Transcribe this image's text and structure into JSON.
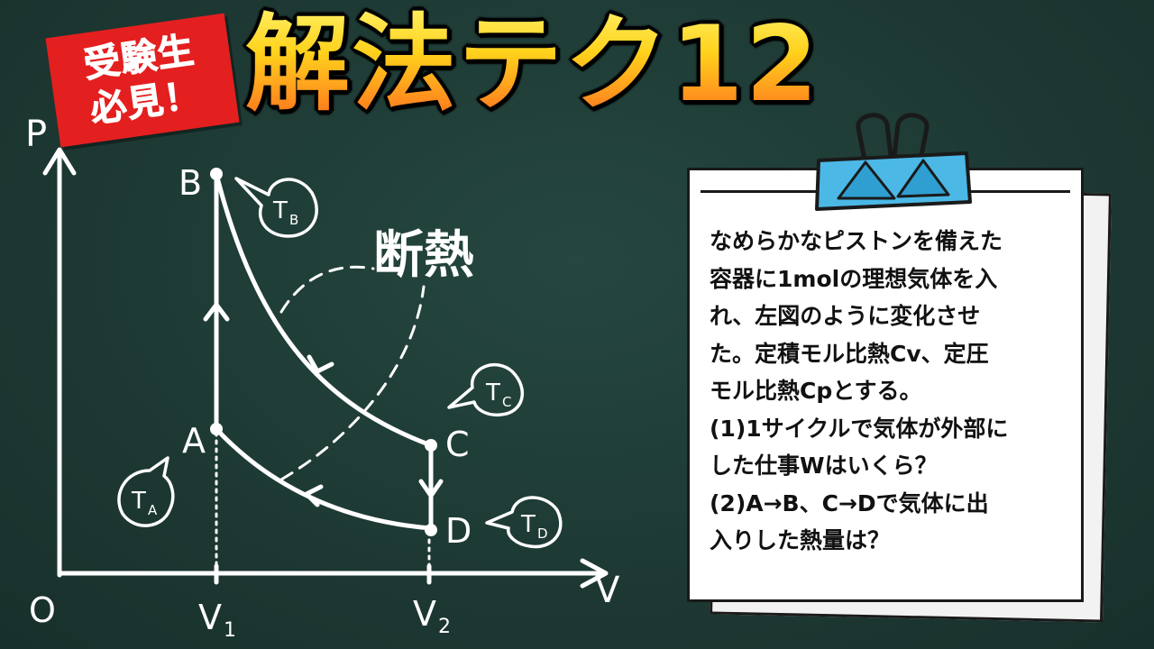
{
  "badge": {
    "line1": "受験生",
    "line2": "必見！"
  },
  "title": "解法テク12",
  "diagram": {
    "axis_p": "P",
    "axis_v": "V",
    "origin": "O",
    "v1": "V",
    "v1_sub": "1",
    "v2": "V",
    "v2_sub": "2",
    "points": {
      "a": "A",
      "b": "B",
      "c": "C",
      "d": "D"
    },
    "adiabatic_label": "断熱",
    "temps": {
      "ta": {
        "t": "T",
        "sub": "A"
      },
      "tb": {
        "t": "T",
        "sub": "B"
      },
      "tc": {
        "t": "T",
        "sub": "C"
      },
      "td": {
        "t": "T",
        "sub": "D"
      }
    }
  },
  "note": {
    "lines": [
      "なめらかなピストンを備えた",
      "容器に1molの理想気体を入",
      "れ、左図のように変化させ",
      "た。定積モル比熱Cv、定圧",
      "モル比熱Cpとする。",
      "(1)1サイクルで気体が外部に",
      "した仕事Wはいくら？",
      "(2)A→B、C→Dで気体に出",
      "入りした熱量は？"
    ]
  },
  "colors": {
    "board": "#1f3b35",
    "chalk": "#ffffff",
    "badge": "#e41f1f",
    "title_top": "#fff36a",
    "title_bottom": "#ff6a10",
    "clip": "#4bb8e6"
  }
}
